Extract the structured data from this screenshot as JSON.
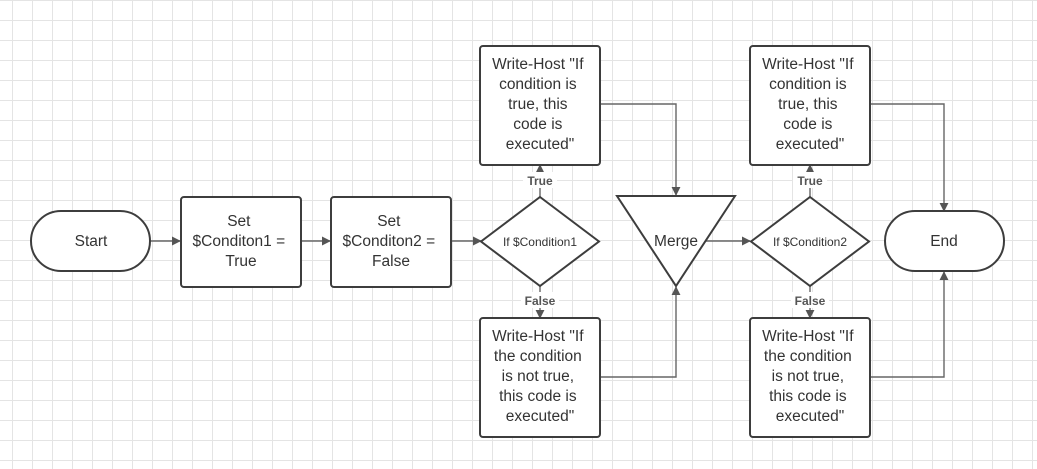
{
  "diagram": {
    "nodes": {
      "start": {
        "lines": [
          "Start"
        ]
      },
      "set1": {
        "lines": [
          "Set",
          "$Conditon1 =",
          "True"
        ]
      },
      "set2": {
        "lines": [
          "Set",
          "$Conditon2 =",
          "False"
        ]
      },
      "if1": {
        "lines": [
          "If $Condition1"
        ]
      },
      "write_true1": {
        "lines": [
          "Write-Host \"If",
          "condition is",
          "true, this",
          "code is",
          "executed\""
        ]
      },
      "write_false1": {
        "lines": [
          "Write-Host \"If",
          "the condition",
          "is not true,",
          "this code is",
          "executed\""
        ]
      },
      "merge": {
        "lines": [
          "Merge"
        ]
      },
      "if2": {
        "lines": [
          "If $Condition2"
        ]
      },
      "write_true2": {
        "lines": [
          "Write-Host \"If",
          "condition is",
          "true, this",
          "code is",
          "executed\""
        ]
      },
      "write_false2": {
        "lines": [
          "Write-Host \"If",
          "the condition",
          "is not true,",
          "this code is",
          "executed\""
        ]
      },
      "end": {
        "lines": [
          "End"
        ]
      }
    },
    "edge_labels": {
      "if1_true": "True",
      "if1_false": "False",
      "if2_true": "True",
      "if2_false": "False"
    },
    "colors": {
      "shape_stroke": "#3d3d3d",
      "connector": "#666666",
      "text": "#333333",
      "grid": "#e4e4e4"
    }
  }
}
